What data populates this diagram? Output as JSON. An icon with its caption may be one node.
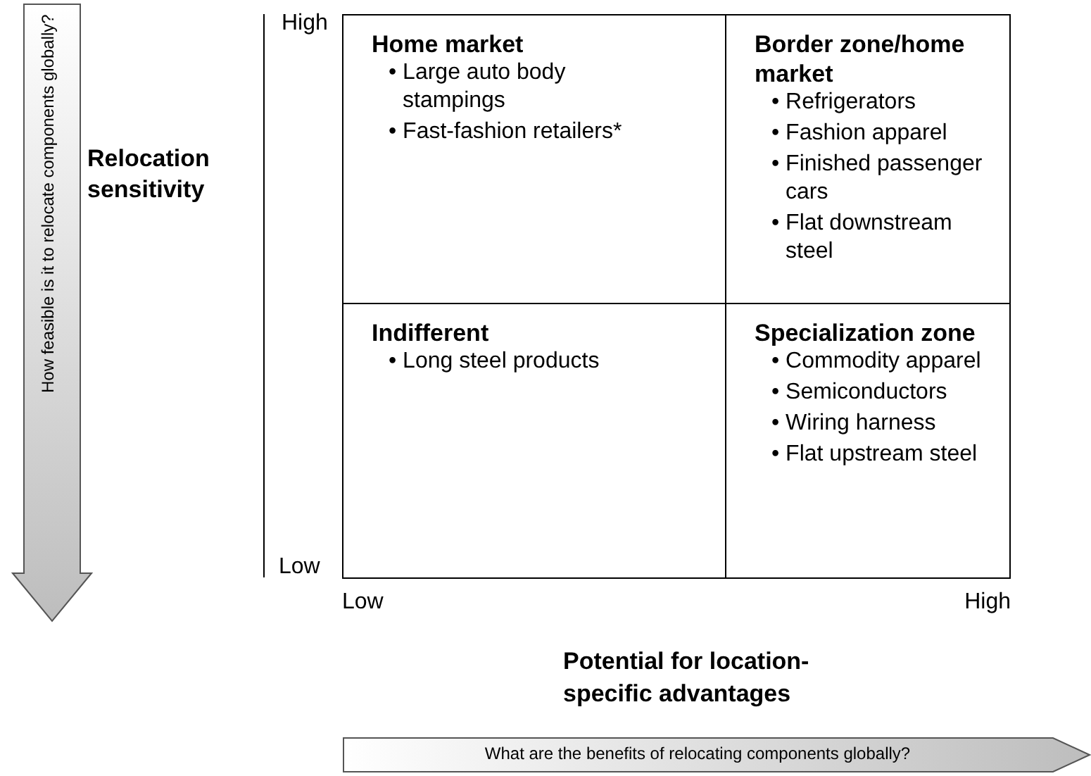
{
  "diagram": {
    "nodes": [
      {
        "text": [
          "Home market",
          "• Large auto body stampings",
          "• Fast-fashion retailers*"
        ]
      },
      {
        "text": [
          "Border zone/home market",
          "• Refrigerators",
          "• Fashion apparel",
          "• Finished passenger cars",
          "• Flat downstream steel"
        ]
      },
      {
        "text": [
          "Indifferent",
          "• Long steel products"
        ]
      },
      {
        "text": [
          "Specialization zone",
          "• Commodity apparel",
          "• Semiconductors",
          "• Wiring harness",
          "• Flat upstream steel"
        ]
      },
      {
        "text": [
          "How feasible is it to relocate components globally?"
        ]
      },
      {
        "text": [
          "What are the benefits of relocating components globally?"
        ]
      }
    ],
    "labels": [
      "High",
      "Relocation sensitivity",
      "Low",
      "Low",
      "High",
      "Potential for location-specific advantages"
    ]
  }
}
